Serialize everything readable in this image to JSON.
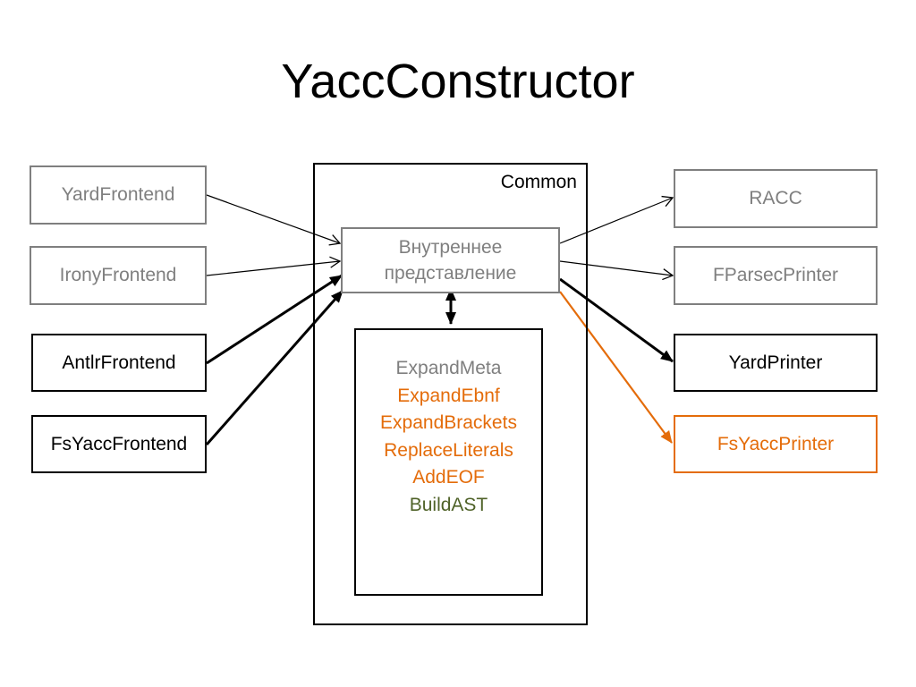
{
  "title": "YaccConstructor",
  "common": {
    "label": "Common",
    "internal_line1": "Внутреннее",
    "internal_line2": "представление"
  },
  "frontends": [
    {
      "label": "YardFrontend",
      "style": "gray"
    },
    {
      "label": "IronyFrontend",
      "style": "gray"
    },
    {
      "label": "AntlrFrontend",
      "style": "black"
    },
    {
      "label": "FsYaccFrontend",
      "style": "black"
    }
  ],
  "printers": [
    {
      "label": "RACC",
      "style": "gray"
    },
    {
      "label": "FParsecPrinter",
      "style": "gray"
    },
    {
      "label": "YardPrinter",
      "style": "black"
    },
    {
      "label": "FsYaccPrinter",
      "style": "orange"
    }
  ],
  "pipeline": [
    {
      "label": "ExpandMeta",
      "color": "#7f7f7f"
    },
    {
      "label": "ExpandEbnf",
      "color": "#e46c0a"
    },
    {
      "label": "ExpandBrackets",
      "color": "#e46c0a"
    },
    {
      "label": "ReplaceLiterals",
      "color": "#e46c0a"
    },
    {
      "label": "AddEOF",
      "color": "#e46c0a"
    },
    {
      "label": "BuildAST",
      "color": "#4f6228"
    }
  ],
  "colors": {
    "gray": "#7f7f7f",
    "black": "#000000",
    "orange": "#e46c0a",
    "green": "#4f6228"
  }
}
